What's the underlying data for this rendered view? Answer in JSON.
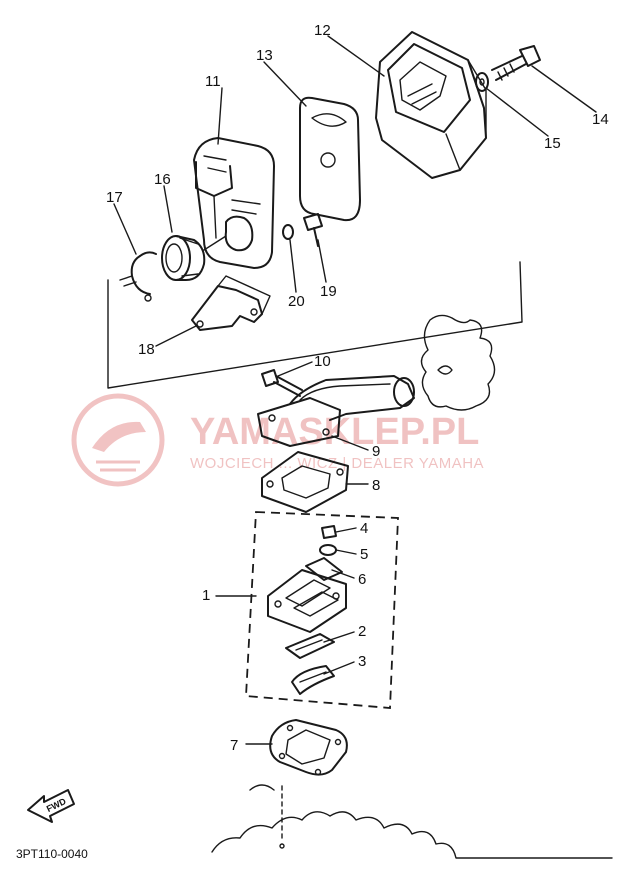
{
  "diagram": {
    "part_labels": [
      "1",
      "2",
      "3",
      "4",
      "5",
      "6",
      "7",
      "8",
      "9",
      "10",
      "11",
      "12",
      "13",
      "14",
      "15",
      "16",
      "17",
      "18",
      "19",
      "20"
    ],
    "diagram_code": "3PT110-0040",
    "direction_marker": "FWD"
  },
  "watermark": {
    "main_text": "YAMASKLEP.PL",
    "sub_text": "WOJCIECH ... WICZ | DEALER YAMAHA",
    "color": "#e07a7a"
  }
}
